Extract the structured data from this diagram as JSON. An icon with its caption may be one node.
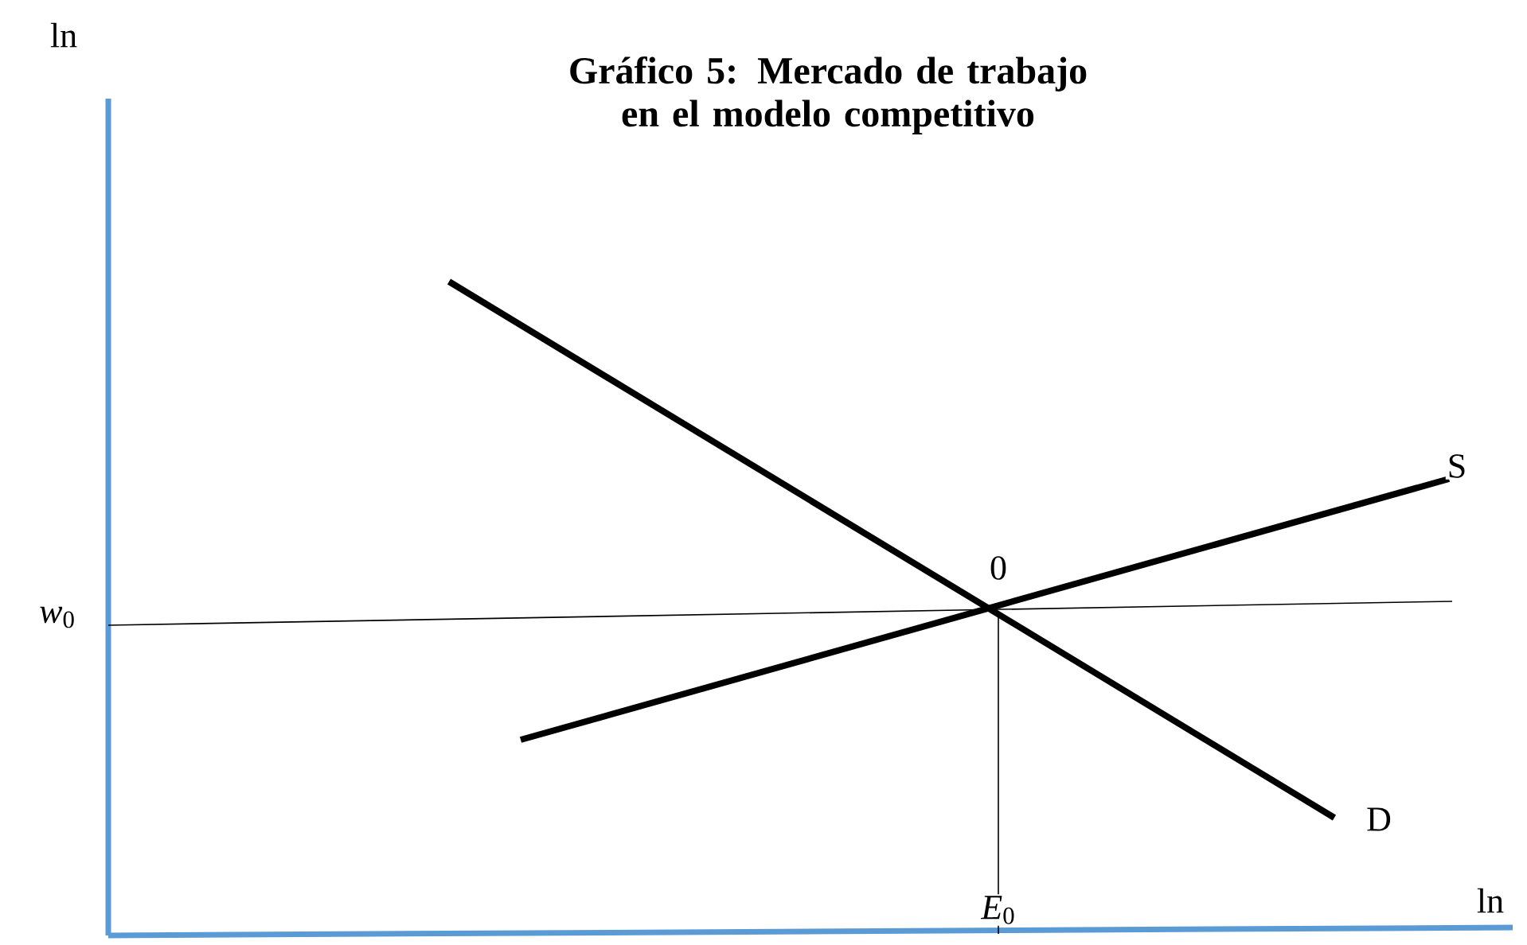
{
  "diagram": {
    "title": "Gráfico 5: Mercado de trabajo en el modelo competitivo",
    "labels": [
      "ln",
      "0",
      "S",
      "*w*$_{0}$",
      "D",
      "*E*$_{0}$",
      "ln"
    ]
  }
}
